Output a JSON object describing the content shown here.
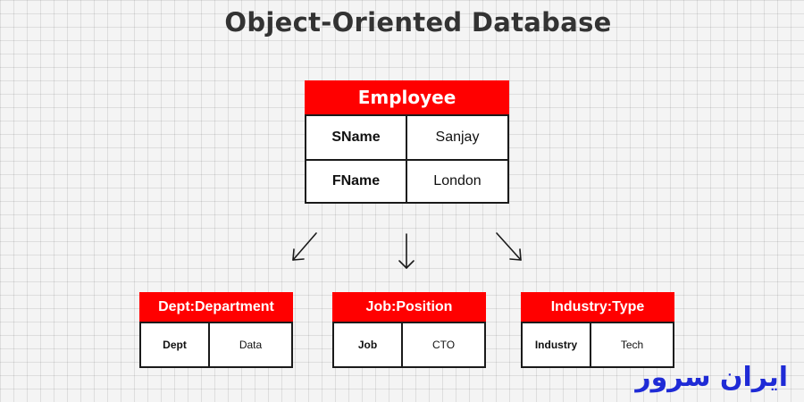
{
  "title": "Object-Oriented Database",
  "main_table": {
    "name": "Employee",
    "rows": [
      {
        "key": "SName",
        "value": "Sanjay"
      },
      {
        "key": "FName",
        "value": "London"
      }
    ]
  },
  "child_tables": [
    {
      "name": "Dept:Department",
      "key": "Dept",
      "value": "Data"
    },
    {
      "name": "Job:Position",
      "key": "Job",
      "value": "CTO"
    },
    {
      "name": "Industry:Type",
      "key": "Industry",
      "value": "Tech"
    }
  ],
  "colors": {
    "header_red": "#ff0000",
    "title_text": "#333333",
    "logo_blue": "#1f2bd6",
    "border": "#1a1a1a"
  },
  "logo": {
    "text": "ایران سرور"
  }
}
